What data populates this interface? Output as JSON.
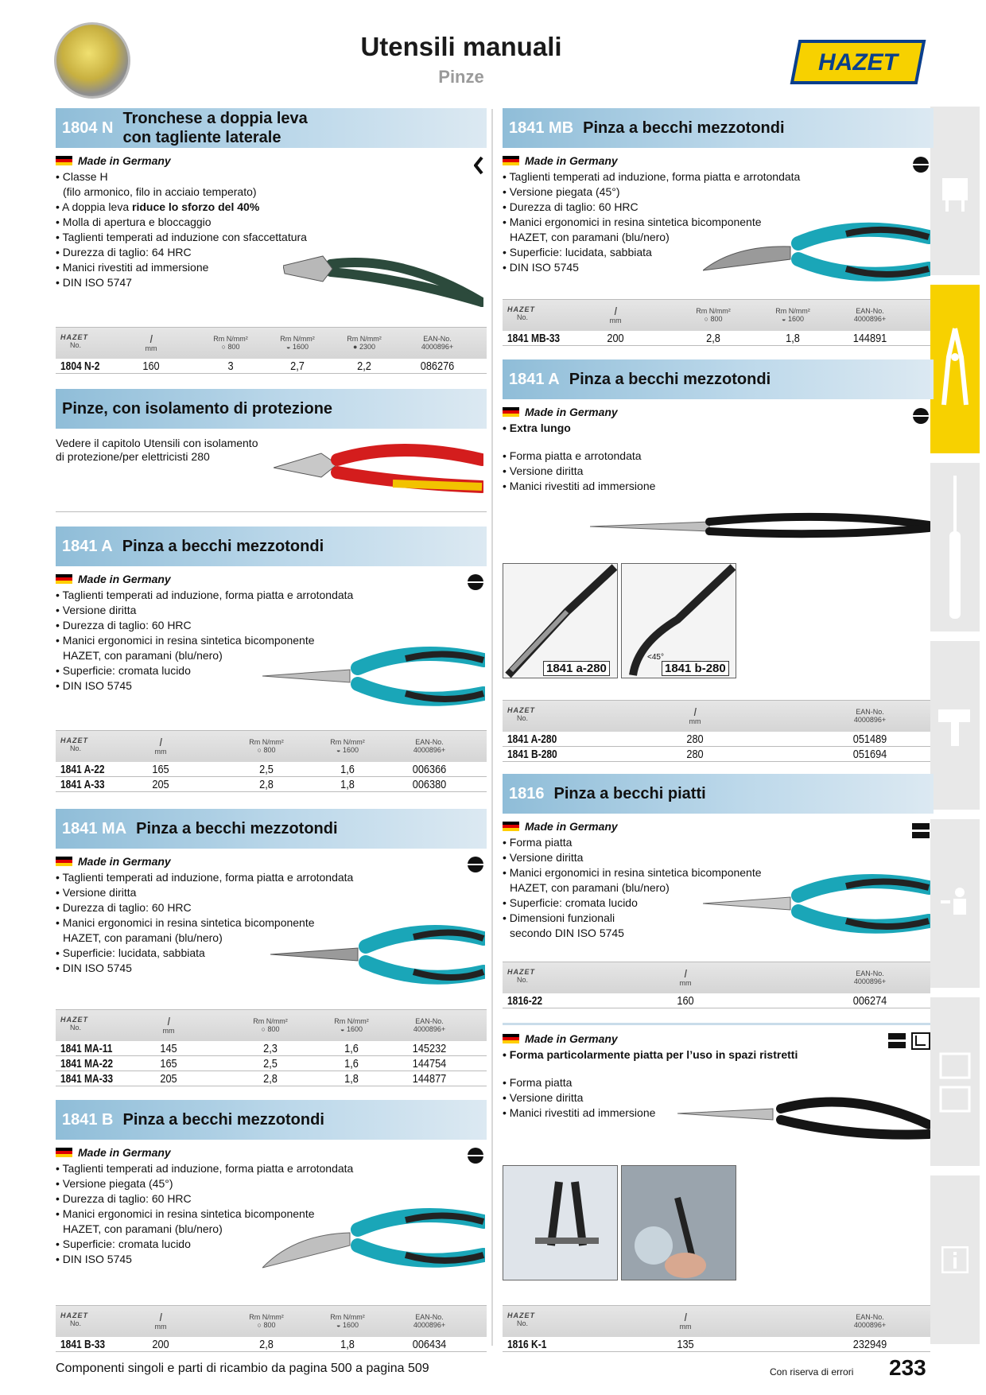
{
  "header": {
    "title": "Utensili manuali",
    "subtitle": "Pinze",
    "brand": "HAZET",
    "page": "233"
  },
  "made_in": "Made in Germany",
  "col_labels": {
    "no": "No.",
    "l": "l",
    "mm": "mm",
    "rm": "Rm N/mm²",
    "ean": "EAN-No.",
    "ean_prefix": "4000896+",
    "r800": "○ 800",
    "r1600": "◒ 1600",
    "r2300": "● 2300"
  },
  "s1804": {
    "code": "1804 N",
    "title1": "Tronchese a doppia leva",
    "title2": "con tagliente laterale",
    "f1": "Classe H",
    "f1b": "(filo armonico, filo in acciaio temperato)",
    "f2a": "A doppia leva ",
    "f2b": "riduce lo sforzo del 40%",
    "f3": "Molla di apertura e bloccaggio",
    "f4": "Taglienti temperati ad induzione con sfaccettatura",
    "f5": "Durezza di taglio: 64 HRC",
    "f6": "Manici rivestiti ad immersione",
    "f7": "DIN ISO 5747",
    "row": [
      "1804 N-2",
      "160",
      "3",
      "2,7",
      "2,2",
      "086276"
    ]
  },
  "siso": {
    "title": "Pinze, con isolamento di protezione",
    "text1": "Vedere il capitolo Utensili con isolamento",
    "text2": "di protezione/per elettricisti 280"
  },
  "s1841a": {
    "code": "1841 A",
    "title": "Pinza a becchi mezzotondi",
    "f": [
      "Taglienti temperati ad induzione, forma piatta e arrotondata",
      "Versione diritta",
      "Durezza di taglio: 60 HRC",
      "Manici ergonomici in resina sintetica bicomponente",
      "Superficie: cromata lucido",
      "DIN ISO 5745"
    ],
    "f4b": "HAZET, con paramani (blu/nero)",
    "rows": [
      [
        "1841 A-22",
        "165",
        "2,5",
        "1,6",
        "006366"
      ],
      [
        "1841 A-33",
        "205",
        "2,8",
        "1,8",
        "006380"
      ]
    ]
  },
  "s1841ma": {
    "code": "1841 MA",
    "title": "Pinza a becchi mezzotondi",
    "f": [
      "Taglienti temperati ad induzione, forma piatta e arrotondata",
      "Versione diritta",
      "Durezza di taglio: 60 HRC",
      "Manici ergonomici in resina sintetica bicomponente",
      "Superficie: lucidata, sabbiata",
      "DIN ISO 5745"
    ],
    "f4b": "HAZET, con paramani (blu/nero)",
    "rows": [
      [
        "1841 MA-11",
        "145",
        "2,3",
        "1,6",
        "145232"
      ],
      [
        "1841 MA-22",
        "165",
        "2,5",
        "1,6",
        "144754"
      ],
      [
        "1841 MA-33",
        "205",
        "2,8",
        "1,8",
        "144877"
      ]
    ]
  },
  "s1841b": {
    "code": "1841 B",
    "title": "Pinza a becchi mezzotondi",
    "f": [
      "Taglienti temperati ad induzione, forma piatta e arrotondata",
      "Versione piegata (45°)",
      "Durezza di taglio: 60 HRC",
      "Manici ergonomici in resina sintetica bicomponente",
      "Superficie: cromata lucido",
      "DIN ISO 5745"
    ],
    "f4b": "HAZET, con paramani (blu/nero)",
    "row": [
      "1841 B-33",
      "200",
      "2,8",
      "1,8",
      "006434"
    ]
  },
  "s1841mb": {
    "code": "1841 MB",
    "title": "Pinza a becchi mezzotondi",
    "f": [
      "Taglienti temperati ad induzione, forma piatta e arrotondata",
      "Versione piegata (45°)",
      "Durezza di taglio: 60 HRC",
      "Manici ergonomici in resina sintetica bicomponente",
      "Superficie: lucidata, sabbiata",
      "DIN ISO 5745"
    ],
    "f4b": "HAZET, con paramani (blu/nero)",
    "row": [
      "1841 MB-33",
      "200",
      "2,8",
      "1,8",
      "144891"
    ]
  },
  "s1841a2": {
    "code": "1841 A",
    "title": "Pinza a becchi mezzotondi",
    "bold": "Extra lungo",
    "f": [
      "Forma piatta e arrotondata",
      "Versione diritta",
      "Manici rivestiti ad immersione"
    ],
    "photo1": "1841 a-280",
    "photo2": "1841 b-280",
    "angle": "<45°",
    "rows": [
      [
        "1841 A-280",
        "280",
        "051489"
      ],
      [
        "1841 B-280",
        "280",
        "051694"
      ]
    ]
  },
  "s1816": {
    "code": "1816",
    "title": "Pinza a becchi piatti",
    "f": [
      "Forma piatta",
      "Versione diritta",
      "Manici ergonomici in resina sintetica bicomponente",
      "Superficie: cromata lucido",
      "Dimensioni funzionali"
    ],
    "f3b": "HAZET, con paramani (blu/nero)",
    "f5b": "secondo DIN ISO 5745",
    "row": [
      "1816-22",
      "160",
      "006274"
    ]
  },
  "s1816k": {
    "bold": "Forma particolarmente piatta per l’uso in spazi ristretti",
    "f": [
      "Forma piatta",
      "Versione diritta",
      "Manici rivestiti ad immersione"
    ],
    "row": [
      "1816 K-1",
      "135",
      "232949"
    ]
  },
  "footer": {
    "left": "Componenti singoli e parti di ricambio da pagina 500 a pagina 509",
    "right": "Con riserva di errori"
  }
}
